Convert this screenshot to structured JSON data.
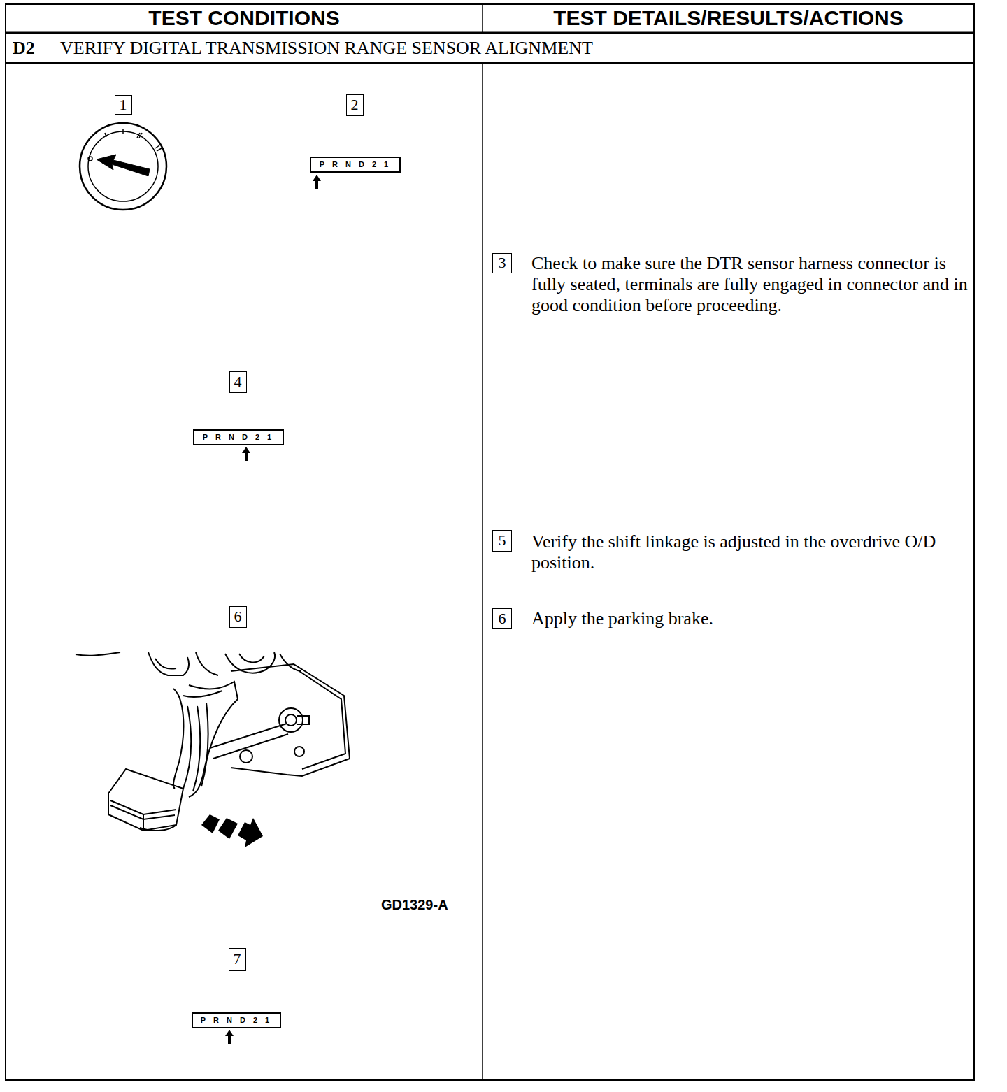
{
  "diagram": {
    "nodes": [
      {
        "text": [
          "1"
        ]
      },
      {
        "text": [
          "2"
        ]
      },
      {
        "text": [
          "P R N D 2 1"
        ]
      },
      {
        "text": [
          "3"
        ]
      },
      {
        "text": [
          "4"
        ]
      },
      {
        "text": [
          "P R N D 2 1"
        ]
      },
      {
        "text": [
          "5"
        ]
      },
      {
        "text": [
          "6"
        ]
      },
      {
        "text": [
          "6"
        ]
      },
      {
        "text": [
          "7"
        ]
      },
      {
        "text": [
          "P R N D 2 1"
        ]
      }
    ],
    "labels": [
      "TEST CONDITIONS",
      "TEST DETAILS/RESULTS/ACTIONS",
      "D2",
      "VERIFY DIGITAL TRANSMISSION RANGE SENSOR ALIGNMENT",
      "Check to make sure the DTR sensor harness connector is fully seated, terminals are fully engaged in connector and in good condition before proceeding.",
      "Verify the shift linkage is adjusted in the overdrive O/D position.",
      "Apply the parking brake.",
      "GD1329-A"
    ]
  }
}
